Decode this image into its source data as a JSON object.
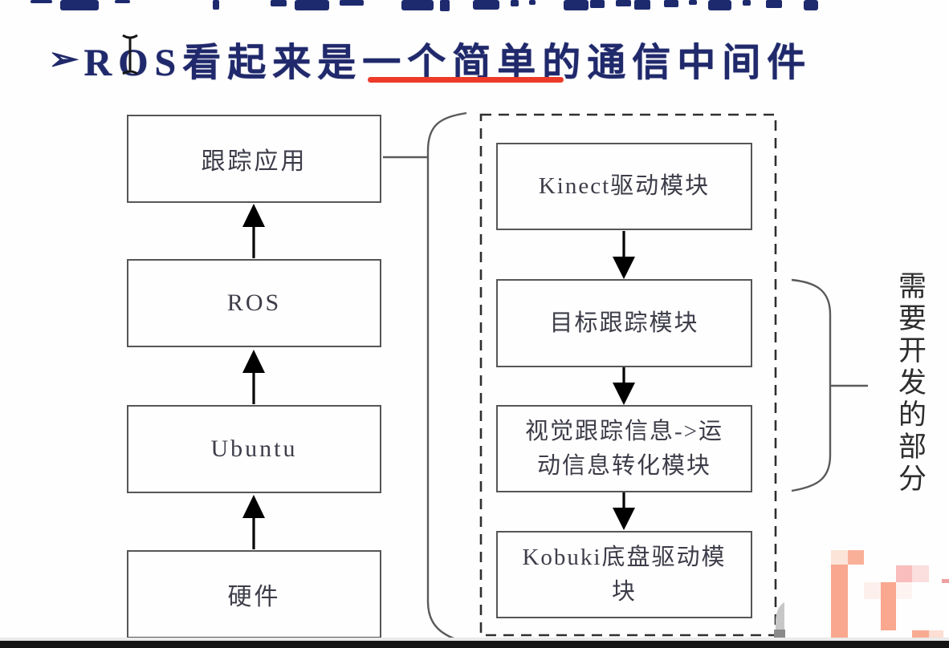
{
  "slide": {
    "type": "presentation-slide",
    "cropped_top_line": "partially visible title glyph fragments (cut off by frame top)"
  },
  "header": {
    "bullet": "➢",
    "heading": "ROS看起来是一个简单的通信中间件",
    "underlined_phrase": "一个简单"
  },
  "diagram": {
    "left_stack": {
      "flow_direction": "bottom-up",
      "boxes": [
        {
          "label": "跟踪应用"
        },
        {
          "label": "ROS"
        },
        {
          "label": "Ubuntu"
        },
        {
          "label": "硬件"
        }
      ]
    },
    "pipeline": {
      "flow_direction": "top-down",
      "boxes": [
        {
          "label": "Kinect驱动模块"
        },
        {
          "label": "目标跟踪模块"
        },
        {
          "label": "视觉跟踪信息->运动信息转化模块"
        },
        {
          "label": "Kobuki底盘驱动模块"
        }
      ]
    },
    "annotation": {
      "label": "需要开发的部分"
    }
  },
  "colors": {
    "heading_navy": "#20296b",
    "underline_red": "#ee3a28",
    "box_border_gray": "#565656",
    "box_text_gray": "#3d3d49",
    "dashed_border_black": "#2f2f2f",
    "watermark_salmon": "#f9a78e",
    "bottom_bar_black": "#141414"
  }
}
